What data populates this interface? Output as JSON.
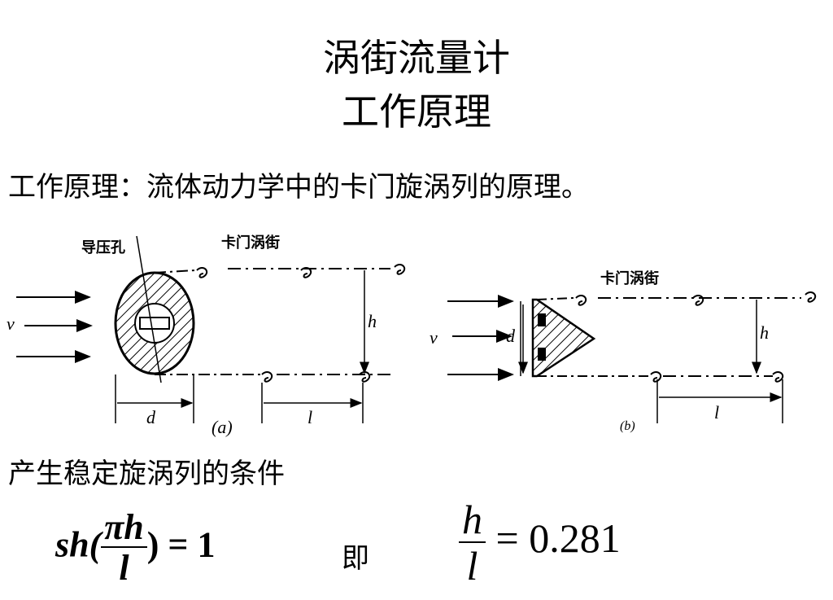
{
  "title": {
    "line1": "涡街流量计",
    "line2": "工作原理"
  },
  "principle": "工作原理：流体动力学中的卡门旋涡列的原理。",
  "figure": {
    "a": {
      "hole_label": "导压孔",
      "vortex_label": "卡门涡街",
      "v": "v",
      "h": "h",
      "d": "d",
      "l": "l",
      "caption": "(a)"
    },
    "b": {
      "vortex_label": "卡门涡街",
      "v": "v",
      "d": "d",
      "h": "h",
      "l": "l",
      "caption": "(b)"
    }
  },
  "condition_title": "产生稳定旋涡列的条件",
  "formula1": {
    "prefix": "sh(",
    "num": "πh",
    "den": "l",
    "suffix": ") = 1"
  },
  "ji": "即",
  "formula2": {
    "num": "h",
    "den": "l",
    "rhs": "= 0.281"
  }
}
